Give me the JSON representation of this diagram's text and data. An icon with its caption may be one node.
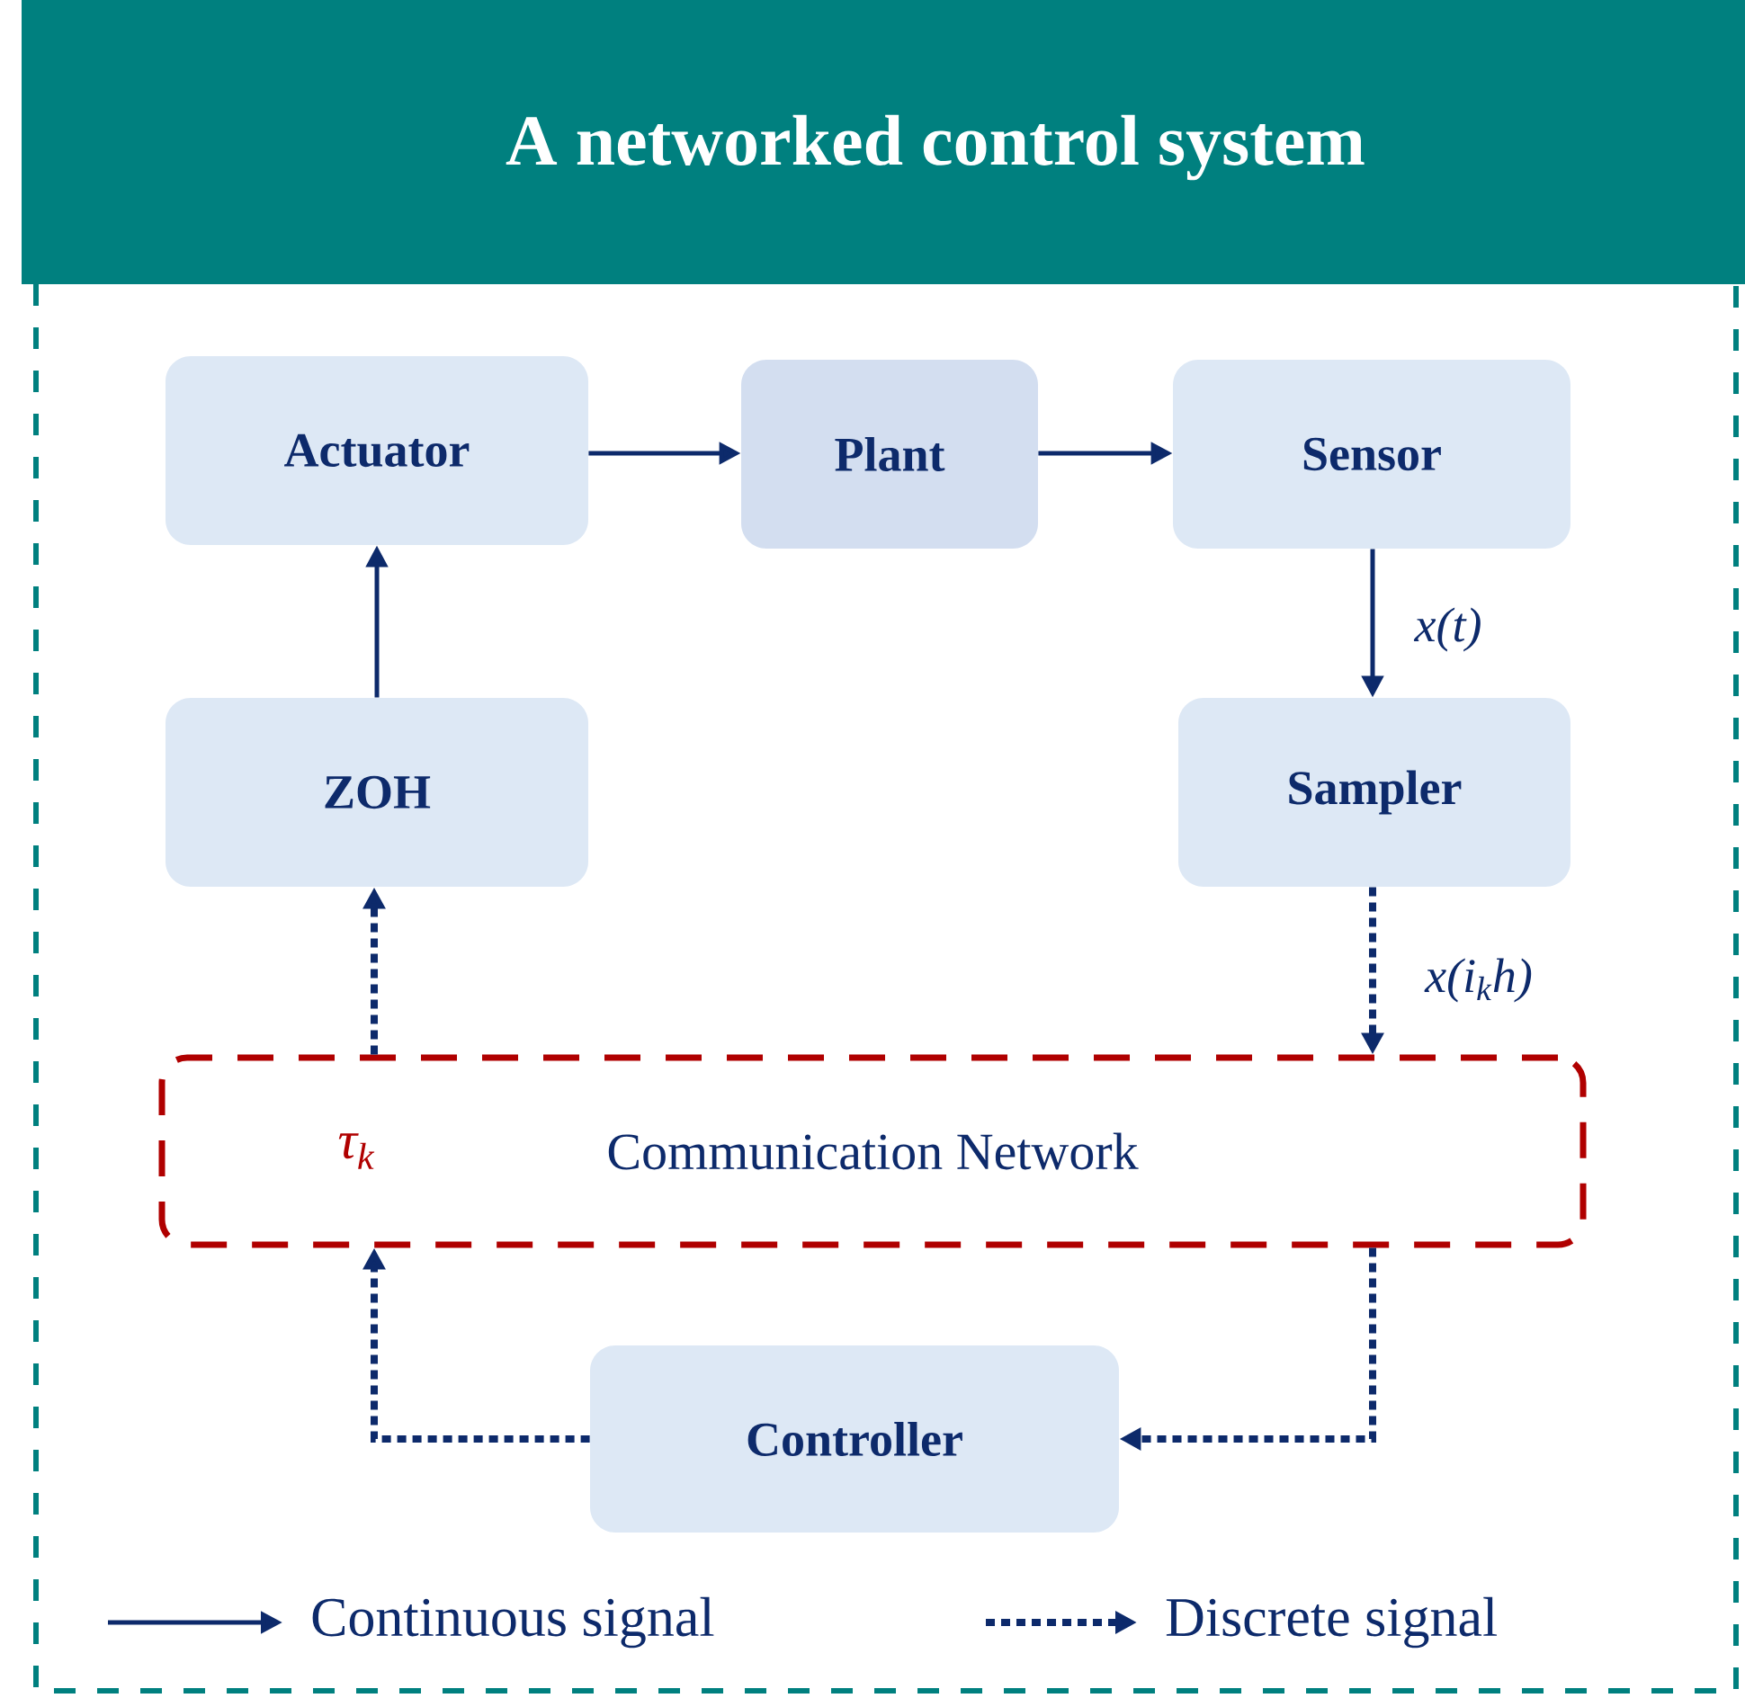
{
  "diagram": {
    "title": "A networked control system",
    "nodes": [
      {
        "text": [
          "Actuator"
        ]
      },
      {
        "text": [
          "Plant"
        ]
      },
      {
        "text": [
          "Sensor"
        ]
      },
      {
        "text": [
          "ZOH"
        ]
      },
      {
        "text": [
          "Sampler"
        ]
      },
      {
        "text": [
          "τ$_{k}$",
          "Communication Network"
        ]
      },
      {
        "text": [
          "Controller"
        ]
      }
    ],
    "edges": [
      {
        "from": 0,
        "to": 1,
        "arrow": "to"
      },
      {
        "from": 1,
        "to": 2,
        "arrow": "to"
      },
      {
        "from": 2,
        "to": 4,
        "arrow": "to",
        "label": "x(t)"
      },
      {
        "from": 4,
        "to": 5,
        "arrow": "to",
        "label": "x(i$_{k}$h)",
        "style": "dashed"
      },
      {
        "from": 5,
        "to": 3,
        "arrow": "to",
        "style": "dashed"
      },
      {
        "from": 5,
        "to": 6,
        "arrow": "to",
        "style": "dashed"
      },
      {
        "from": 6,
        "to": 5,
        "arrow": "to",
        "style": "dashed"
      },
      {
        "from": 3,
        "to": 0,
        "arrow": "to"
      }
    ],
    "legend": [
      {
        "text": "Continuous signal"
      },
      {
        "text": "Discrete signal"
      }
    ]
  }
}
